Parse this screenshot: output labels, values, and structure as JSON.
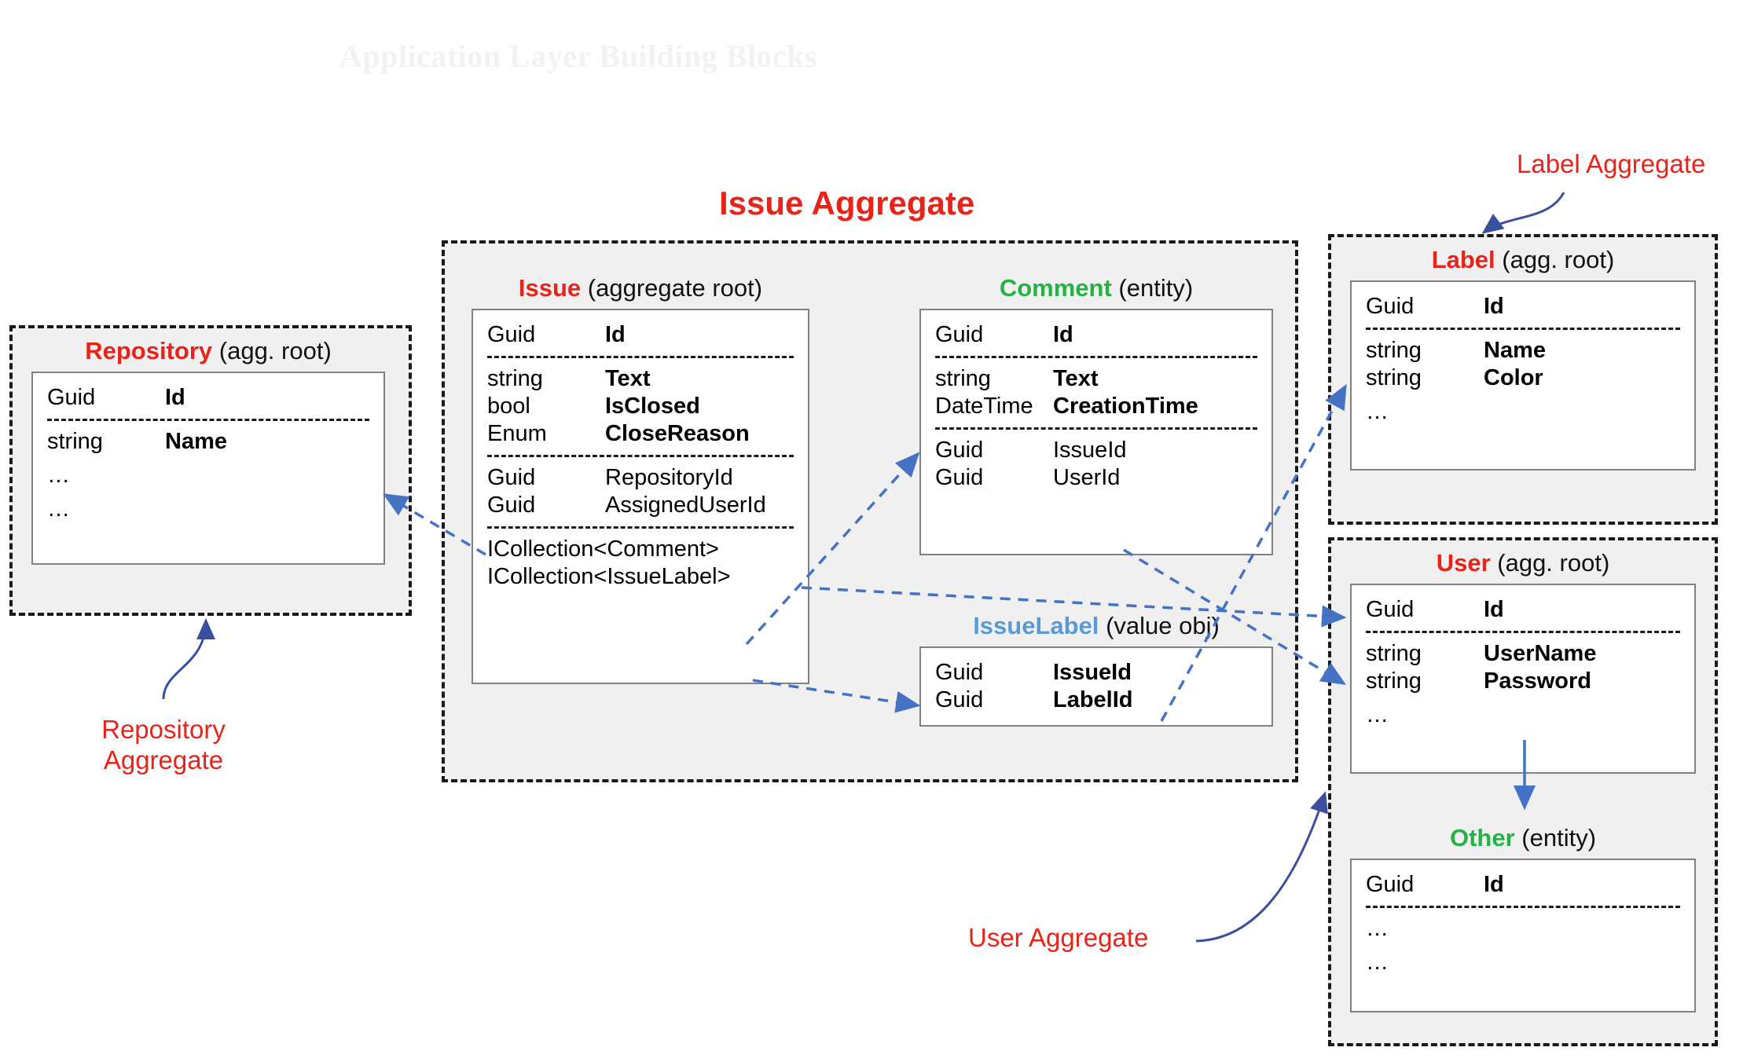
{
  "page": {
    "watermark_title": "Application Layer Building Blocks",
    "background": "#ffffff"
  },
  "colors": {
    "aggregate_root_red": "#e8231a",
    "entity_green": "#23b345",
    "value_object_blue": "#5b9bd5",
    "container_fill": "#f0f0f0",
    "container_border": "#1a1a1a",
    "card_border": "#808080",
    "arrow_blue": "#4472c4",
    "annotation_red": "#e8231a"
  },
  "aggregates": {
    "repository": {
      "annotation": "Repository\nAggregate",
      "entity": {
        "name": "Repository",
        "kind": "(agg. root)",
        "name_color": "red",
        "groups": [
          [
            {
              "type": "Guid",
              "field": "Id",
              "bold": true
            }
          ],
          [
            {
              "type": "string",
              "field": "Name",
              "bold": true
            },
            {
              "type": "…",
              "field": "",
              "bold": false
            },
            {
              "type": "…",
              "field": "",
              "bold": false
            }
          ]
        ]
      }
    },
    "issue": {
      "title": "Issue Aggregate",
      "entities": {
        "issue": {
          "name": "Issue",
          "kind": "(aggregate root)",
          "name_color": "red",
          "groups": [
            [
              {
                "type": "Guid",
                "field": "Id",
                "bold": true
              }
            ],
            [
              {
                "type": "string",
                "field": "Text",
                "bold": true
              },
              {
                "type": "bool",
                "field": "IsClosed",
                "bold": true
              },
              {
                "type": "Enum",
                "field": "CloseReason",
                "bold": true
              }
            ],
            [
              {
                "type": "Guid",
                "field": "RepositoryId",
                "bold": false
              },
              {
                "type": "Guid",
                "field": "AssignedUserId",
                "bold": false
              }
            ],
            [
              {
                "type": "ICollection<Comment>",
                "field": "",
                "bold": false,
                "wide": true
              },
              {
                "type": "ICollection<IssueLabel>",
                "field": "",
                "bold": false,
                "wide": true
              }
            ]
          ]
        },
        "comment": {
          "name": "Comment",
          "kind": "(entity)",
          "name_color": "green",
          "groups": [
            [
              {
                "type": "Guid",
                "field": "Id",
                "bold": true
              }
            ],
            [
              {
                "type": "string",
                "field": "Text",
                "bold": true
              },
              {
                "type": "DateTime",
                "field": "CreationTime",
                "bold": true
              }
            ],
            [
              {
                "type": "Guid",
                "field": "IssueId",
                "bold": false
              },
              {
                "type": "Guid",
                "field": "UserId",
                "bold": false
              }
            ]
          ]
        },
        "issuelabel": {
          "name": "IssueLabel",
          "kind": "(value obj)",
          "name_color": "blue",
          "groups": [
            [
              {
                "type": "Guid",
                "field": "IssueId",
                "bold": true
              },
              {
                "type": "Guid",
                "field": "LabelId",
                "bold": true
              }
            ]
          ]
        }
      }
    },
    "label": {
      "annotation": "Label Aggregate",
      "entity": {
        "name": "Label",
        "kind": "(agg. root)",
        "name_color": "red",
        "groups": [
          [
            {
              "type": "Guid",
              "field": "Id",
              "bold": true
            }
          ],
          [
            {
              "type": "string",
              "field": "Name",
              "bold": true
            },
            {
              "type": "string",
              "field": "Color",
              "bold": true
            },
            {
              "type": "…",
              "field": "",
              "bold": false
            }
          ]
        ]
      }
    },
    "user": {
      "annotation": "User Aggregate",
      "entities": {
        "user": {
          "name": "User",
          "kind": "(agg. root)",
          "name_color": "red",
          "groups": [
            [
              {
                "type": "Guid",
                "field": "Id",
                "bold": true
              }
            ],
            [
              {
                "type": "string",
                "field": "UserName",
                "bold": true
              },
              {
                "type": "string",
                "field": "Password",
                "bold": true
              },
              {
                "type": "…",
                "field": "",
                "bold": false
              }
            ]
          ]
        },
        "other": {
          "name": "Other",
          "kind": "(entity)",
          "name_color": "green",
          "groups": [
            [
              {
                "type": "Guid",
                "field": "Id",
                "bold": true
              }
            ],
            [
              {
                "type": "…",
                "field": "",
                "bold": false
              },
              {
                "type": "…",
                "field": "",
                "bold": false
              }
            ]
          ]
        }
      }
    }
  }
}
